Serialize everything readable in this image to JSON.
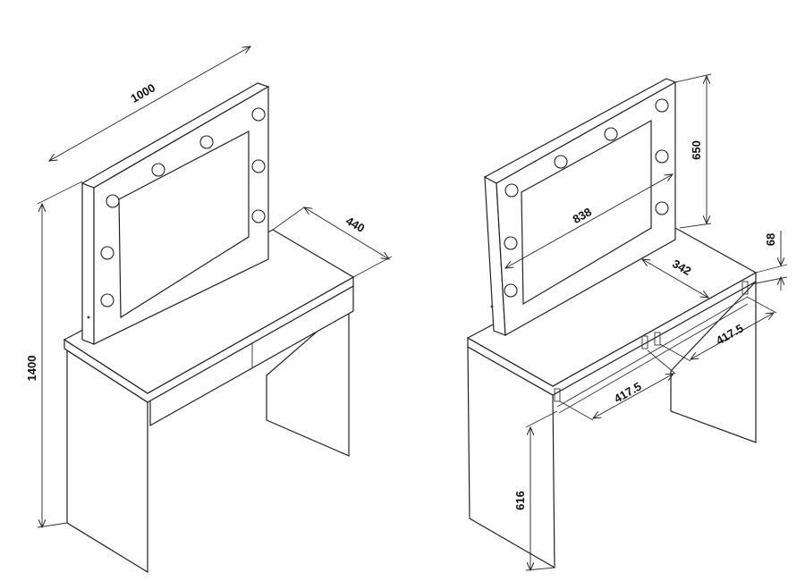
{
  "left_view": {
    "width_label": "1000",
    "depth_label": "440",
    "height_label": "1400"
  },
  "right_view": {
    "mirror_height_label": "650",
    "mirror_width_label": "838",
    "drawer_height_label": "68",
    "drawer_depth_label": "342",
    "drawer_width_right_label": "417.5",
    "drawer_width_left_label": "417.5",
    "knee_height_label": "616"
  }
}
